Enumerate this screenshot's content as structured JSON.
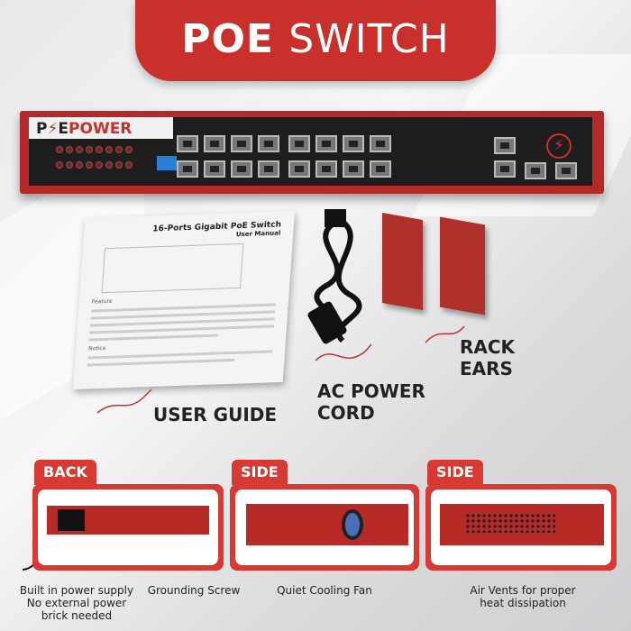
{
  "title": {
    "bold": "POE",
    "rest": "SWITCH"
  },
  "brand": {
    "logo_text": "POEPOWER"
  },
  "manual": {
    "heading": "16-Ports Gigabit PoE Switch",
    "subheading": "User Manual",
    "notice": "Notice",
    "features": "Feature"
  },
  "labels": {
    "user_guide": "USER GUIDE",
    "ac_power_cord": [
      "AC POWER",
      "CORD"
    ],
    "rack_ears": [
      "RACK",
      "EARS"
    ]
  },
  "panels": [
    {
      "tab": "BACK",
      "captions": [
        "Built in power supply",
        "No external power",
        "brick needed"
      ],
      "caption2": "Grounding Screw"
    },
    {
      "tab": "SIDE",
      "captions": [
        "Quiet Cooling Fan"
      ]
    },
    {
      "tab": "SIDE",
      "captions": [
        "Air Vents for proper",
        "heat dissipation"
      ]
    }
  ],
  "colors": {
    "accent": "#c9302c",
    "chassis": "#b42a26"
  }
}
